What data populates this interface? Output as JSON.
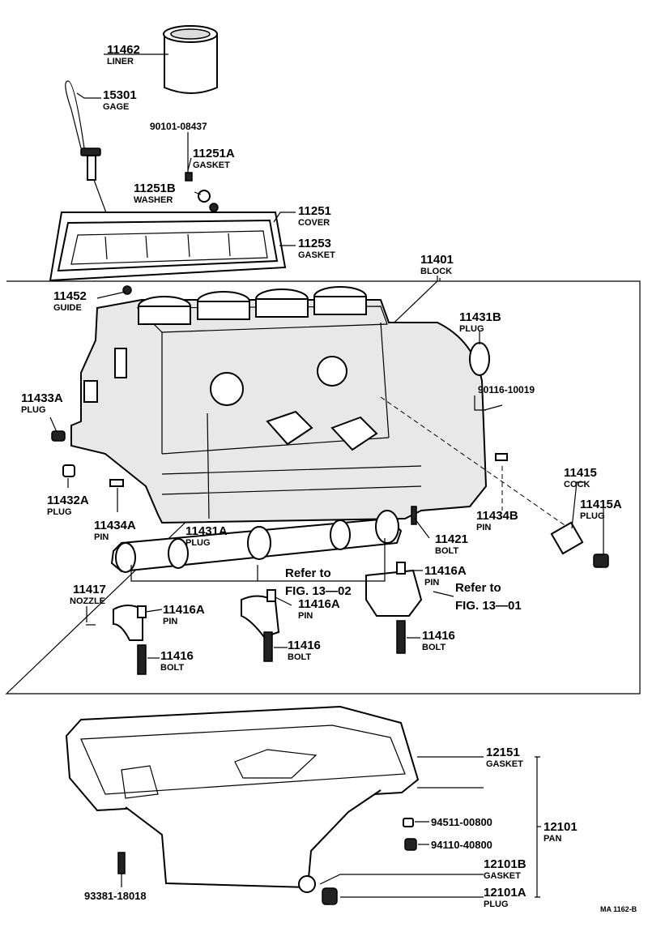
{
  "diagram_id": "MA 1162-B",
  "parts": {
    "liner": {
      "num": "11462",
      "name": "LINER"
    },
    "gage": {
      "num": "15301",
      "name": "GAGE"
    },
    "screw": {
      "num": "90101-08437",
      "name": ""
    },
    "gasket_a": {
      "num": "11251A",
      "name": "GASKET"
    },
    "washer_b": {
      "num": "11251B",
      "name": "WASHER"
    },
    "cover": {
      "num": "11251",
      "name": "COVER"
    },
    "cover_gasket": {
      "num": "11253",
      "name": "GASKET"
    },
    "block": {
      "num": "11401",
      "name": "BLOCK"
    },
    "guide": {
      "num": "11452",
      "name": "GUIDE"
    },
    "plug_b": {
      "num": "11431B",
      "name": "PLUG"
    },
    "plug_433a": {
      "num": "11433A",
      "name": "PLUG"
    },
    "stud": {
      "num": "90116-10019",
      "name": ""
    },
    "cock": {
      "num": "11415",
      "name": "COCK"
    },
    "plug_415a": {
      "num": "11415A",
      "name": "PLUG"
    },
    "plug_432a": {
      "num": "11432A",
      "name": "PLUG"
    },
    "pin_434a": {
      "num": "11434A",
      "name": "PIN"
    },
    "plug_431a": {
      "num": "11431A",
      "name": "PLUG"
    },
    "pin_434b": {
      "num": "11434B",
      "name": "PIN"
    },
    "bolt_421": {
      "num": "11421",
      "name": "BOLT"
    },
    "pin_416a_r": {
      "num": "11416A",
      "name": "PIN"
    },
    "nozzle": {
      "num": "11417",
      "name": "NOZZLE"
    },
    "pin_416a_l": {
      "num": "11416A",
      "name": "PIN"
    },
    "pin_416a_m": {
      "num": "11416A",
      "name": "PIN"
    },
    "bolt_416_l": {
      "num": "11416",
      "name": "BOLT"
    },
    "bolt_416_m": {
      "num": "11416",
      "name": "BOLT"
    },
    "bolt_416_r": {
      "num": "11416",
      "name": "BOLT"
    },
    "pan_gasket": {
      "num": "12151",
      "name": "GASKET"
    },
    "pan": {
      "num": "12101",
      "name": "PAN"
    },
    "nut_1": {
      "num": "94511-00800",
      "name": ""
    },
    "nut_2": {
      "num": "94110-40800",
      "name": ""
    },
    "drain_gasket": {
      "num": "12101B",
      "name": "GASKET"
    },
    "drain_plug": {
      "num": "12101A",
      "name": "PLUG"
    },
    "pan_bolt": {
      "num": "93381-18018",
      "name": ""
    }
  },
  "references": {
    "ref_13_02_a": "Refer to",
    "ref_13_02_b": "FIG. 13—02",
    "ref_13_01_a": "Refer to",
    "ref_13_01_b": "FIG. 13—01"
  }
}
